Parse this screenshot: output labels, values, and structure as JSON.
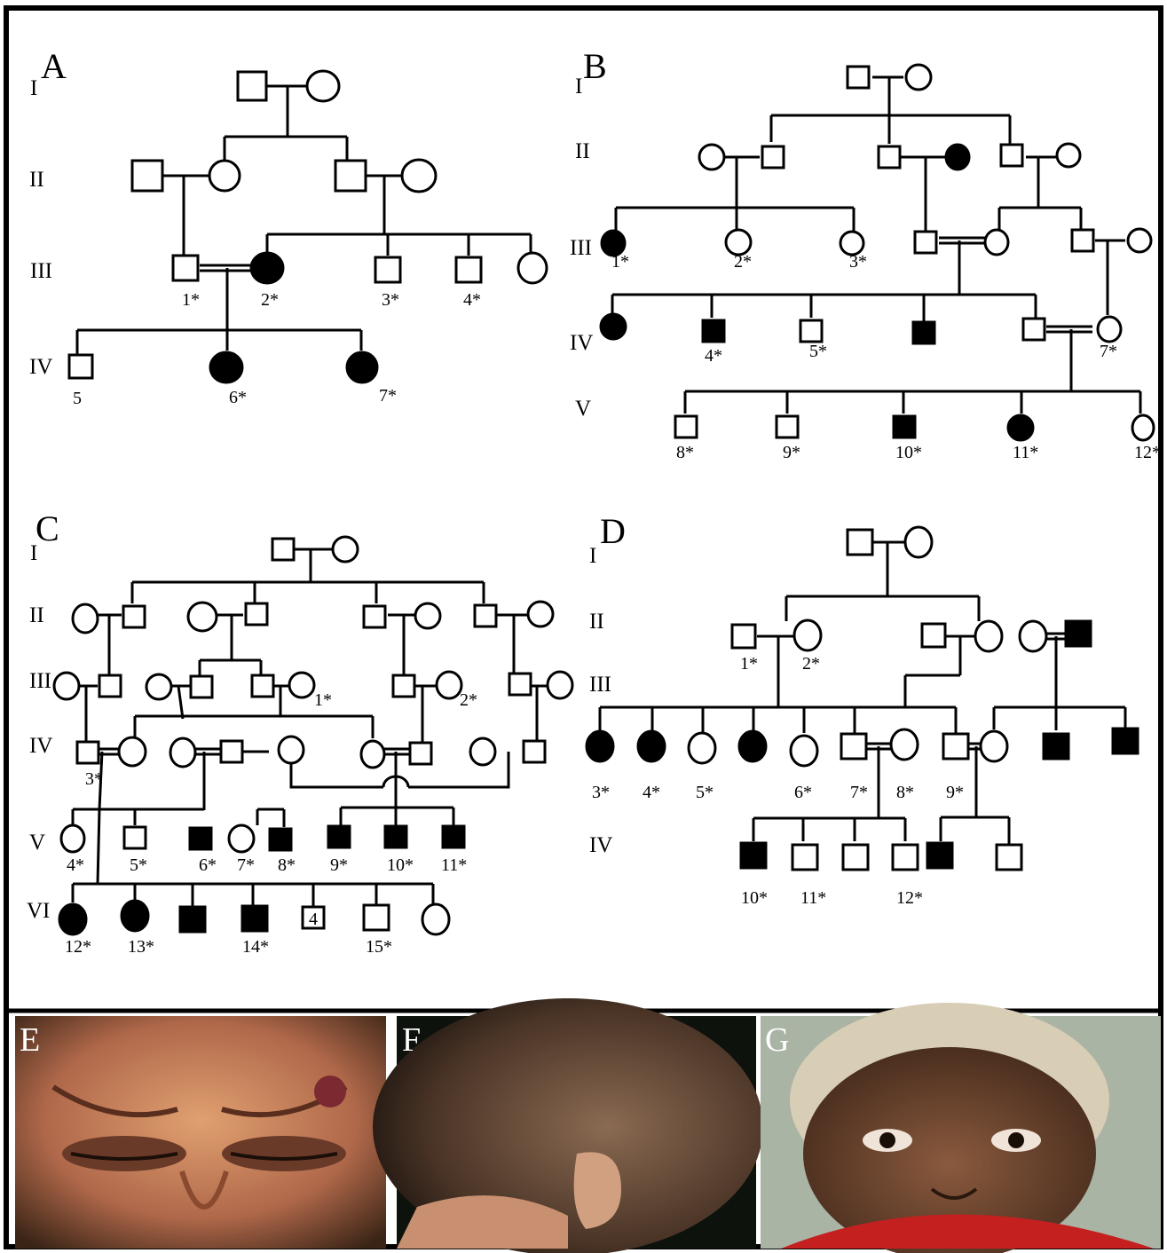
{
  "panels": {
    "A": {
      "letter": "A",
      "generations": [
        "I",
        "II",
        "III",
        "IV"
      ],
      "ids": [
        "1*",
        "2*",
        "3*",
        "4*",
        "5",
        "6*",
        "7*"
      ]
    },
    "B": {
      "letter": "B",
      "generations": [
        "I",
        "II",
        "III",
        "IV",
        "V"
      ],
      "ids": [
        "1*",
        "2*",
        "3*",
        "4*",
        "5*",
        "7*",
        "8*",
        "9*",
        "10*",
        "11*",
        "12*"
      ]
    },
    "C": {
      "letter": "C",
      "generations": [
        "I",
        "II",
        "III",
        "IV",
        "V",
        "VI"
      ],
      "ids": [
        "1*",
        "2*",
        "3*",
        "4*",
        "5*",
        "6*",
        "7*",
        "8*",
        "9*",
        "10*",
        "11*",
        "12*",
        "13*",
        "14*",
        "15*"
      ],
      "inside_symbol": "4"
    },
    "D": {
      "letter": "D",
      "generations": [
        "I",
        "II",
        "III",
        "IV"
      ],
      "ids": [
        "1*",
        "2*",
        "3*",
        "4*",
        "5*",
        "6*",
        "7*",
        "8*",
        "9*",
        "10*",
        "11*",
        "12*"
      ]
    }
  },
  "photos": [
    {
      "letter": "E"
    },
    {
      "letter": "F"
    },
    {
      "letter": "G"
    }
  ],
  "colors": {
    "affected": "#000000",
    "unaffected": "#ffffff",
    "frame": "#000000"
  }
}
